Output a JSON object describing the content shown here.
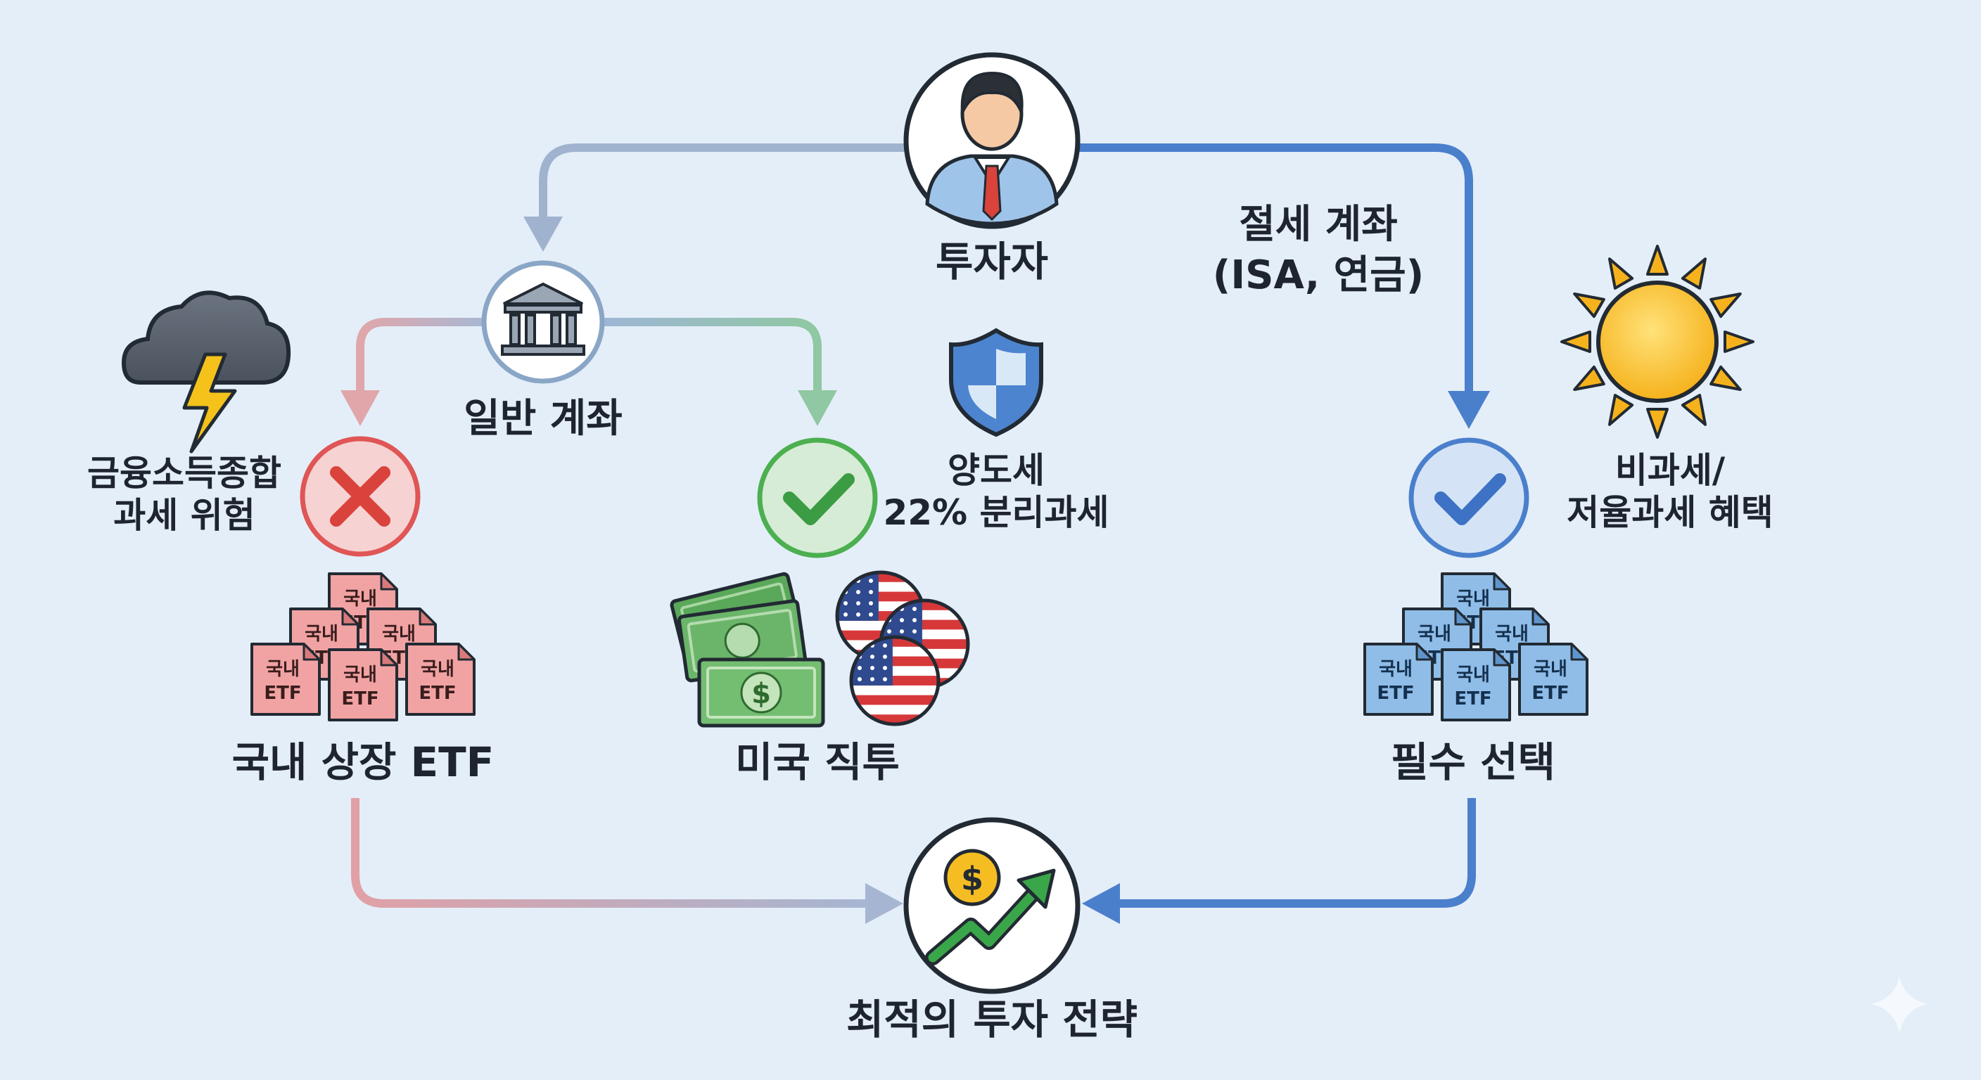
{
  "nodes": {
    "investor": "투자자",
    "general_account": "일반 계좌",
    "tax_saving_account": [
      "절세 계좌",
      "(ISA, 연금)"
    ],
    "domestic_etf": "국내 상장 ETF",
    "us_direct": "미국 직투",
    "required_choice": "필수 선택",
    "optimal_strategy": "최적의 투자 전략"
  },
  "annotations": {
    "comprehensive_tax_risk": [
      "금융소득종합",
      "과세 위험"
    ],
    "capital_gains_tax": [
      "양도세",
      "22% 분리과세"
    ],
    "tax_benefit": [
      "비과세/",
      "저율과세 혜택"
    ]
  },
  "etf_tile": [
    "국내",
    "ETF"
  ],
  "icons": {
    "investor": "person-icon",
    "general_account": "bank-icon",
    "domestic_etf_status": "x-mark-icon",
    "us_direct_status": "check-mark-icon",
    "required_choice_status": "check-mark-icon",
    "risk": "storm-cloud-icon",
    "capital_gains": "shield-icon",
    "benefit": "sun-icon",
    "money": "dollar-bills-icon",
    "us": "us-flag-coins-icon",
    "strategy": "growth-arrow-icon"
  },
  "colors": {
    "background": "#e4eef8",
    "blue": "#4a7fcc",
    "green": "#4caf50",
    "red": "#e05555",
    "slate": "#8aa6c6"
  }
}
